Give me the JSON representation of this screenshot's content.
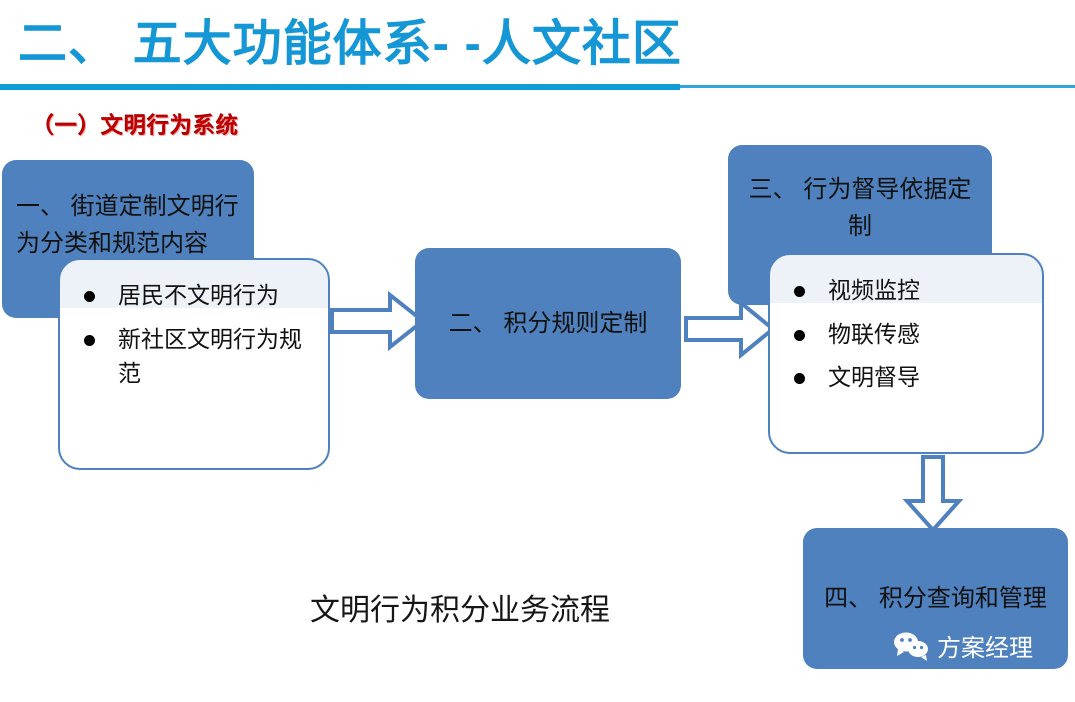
{
  "header": {
    "title": "二、 五大功能体系- -人文社区",
    "subtitle": "（一）文明行为系统",
    "title_color": "#1597d5",
    "subtitle_color": "#c00000",
    "rule_color": "#0f9bd7"
  },
  "theme": {
    "box_fill": "#4e81bd",
    "box_text_color": "#111111",
    "callout_border": "#4e81bd",
    "arrow_outline": "#4e81bd",
    "page_background": "#ffffff"
  },
  "flow": {
    "caption": "文明行为积分业务流程",
    "steps": [
      {
        "id": "step-1",
        "label": "一、 街道定制文明行为分类和规范内容"
      },
      {
        "id": "step-2",
        "label": "二、 积分规则定制"
      },
      {
        "id": "step-3",
        "label_line1": "三、 行为督导依据定",
        "label_line2": "制"
      },
      {
        "id": "step-4",
        "label": "四、 积分查询和管理"
      }
    ],
    "callouts": [
      {
        "id": "callout-step-1",
        "items": [
          "居民不文明行为",
          "新社区文明行为规范"
        ]
      },
      {
        "id": "callout-step-3",
        "items": [
          "视频监控",
          "物联传感",
          "文明督导"
        ]
      }
    ],
    "connectors": [
      {
        "id": "arrow-1",
        "icon": "arrow-right-icon",
        "from": "step-1",
        "to": "step-2"
      },
      {
        "id": "arrow-2",
        "icon": "arrow-right-icon",
        "from": "step-2",
        "to": "step-3"
      },
      {
        "id": "arrow-3",
        "icon": "arrow-down-icon",
        "from": "step-3",
        "to": "step-4"
      }
    ]
  },
  "watermark": {
    "icon": "wechat-icon",
    "label": "方案经理",
    "color": "#ffffff"
  }
}
